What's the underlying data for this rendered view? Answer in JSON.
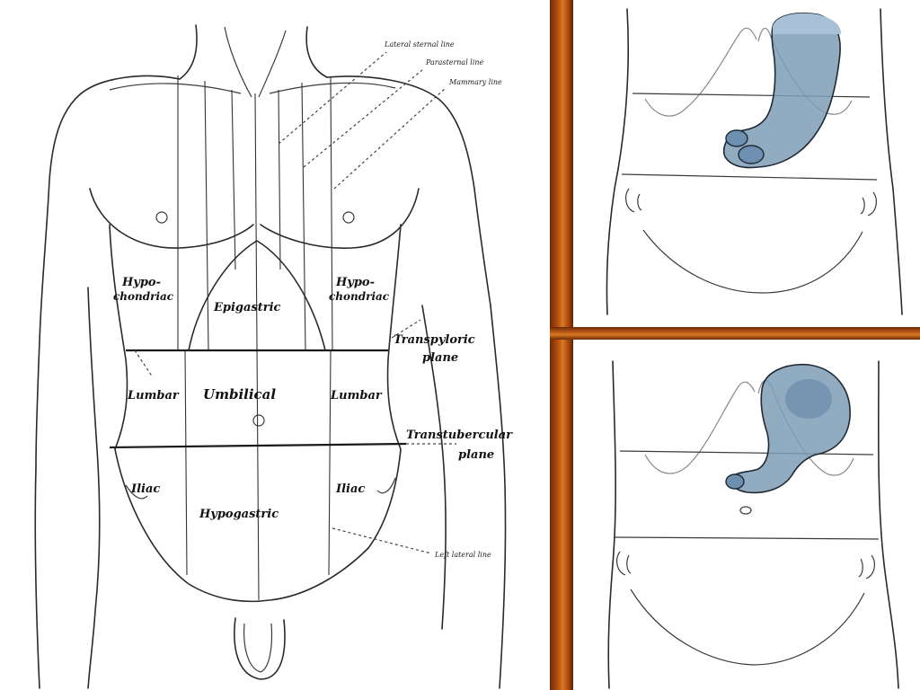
{
  "labels": {
    "lateral_sternal_line": "Lateral sternal line",
    "parasternal_line": "Parasternal line",
    "mammary_line": "Mammary line",
    "hypochondriac_right_1": "Hypo-",
    "hypochondriac_right_2": "chondriac",
    "hypochondriac_left_1": "Hypo-",
    "hypochondriac_left_2": "chondriac",
    "epigastric": "Epigastric",
    "transpyloric_1": "Transpyloric",
    "transpyloric_2": "plane",
    "lumbar_right": "Lumbar",
    "umbilical": "Umbilical",
    "lumbar_left": "Lumbar",
    "transtubercular_1": "Transtubercular",
    "transtubercular_2": "plane",
    "iliac_right": "Iliac",
    "hypogastric": "Hypogastric",
    "iliac_left": "Iliac",
    "left_lateral_line": "Left lateral line"
  },
  "colors": {
    "stomach_fill": "#7e9cb5",
    "divider": "#b8500f"
  }
}
